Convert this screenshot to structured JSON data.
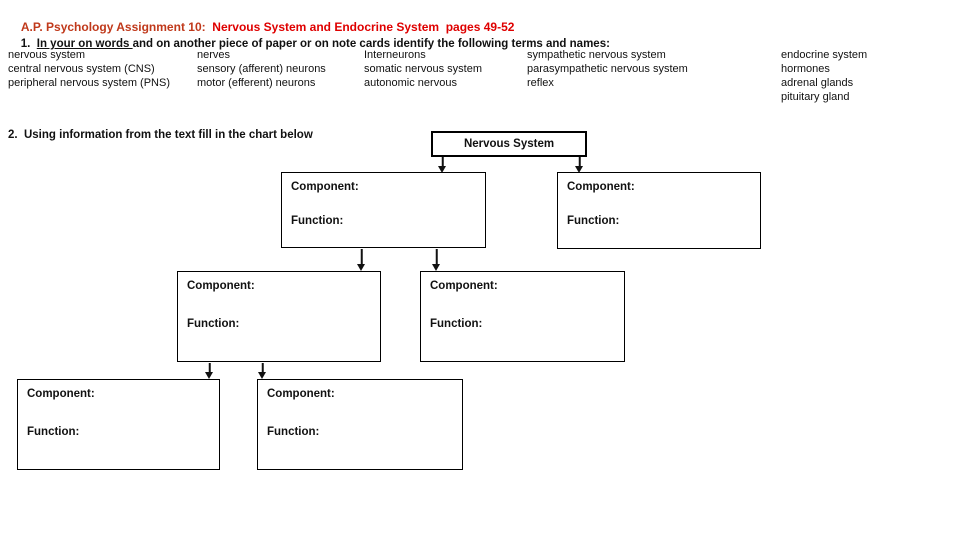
{
  "header": {
    "title_part1": "A.P. Psychology Assignment 10:",
    "title_part2": "  Nervous System and Endocrine System  pages 49-52",
    "title_color1": "#c0391b",
    "title_color2": "#df0000"
  },
  "instruction1": {
    "prefix": "1.  ",
    "underlined": "In your on words ",
    "rest": "and on another piece of paper or on note cards identify the following terms and names:"
  },
  "instruction2": "2.  Using information from the text fill in the chart below",
  "terms_columns": [
    {
      "items": [
        "nervous system",
        "central nervous system (CNS)",
        "peripheral nervous system (PNS)"
      ]
    },
    {
      "items": [
        "nerves",
        "sensory (afferent) neurons",
        "motor (efferent) neurons"
      ]
    },
    {
      "items": [
        "Interneurons",
        "somatic nervous system",
        "autonomic nervous"
      ]
    },
    {
      "items": [
        "sympathetic nervous system",
        "parasympathetic nervous system",
        "reflex"
      ]
    },
    {
      "items": [
        "endocrine system",
        "hormones",
        "adrenal glands",
        "pituitary gland"
      ]
    }
  ],
  "chart": {
    "root_label": "Nervous System",
    "component_label": "Component:",
    "function_label": "Function:"
  }
}
